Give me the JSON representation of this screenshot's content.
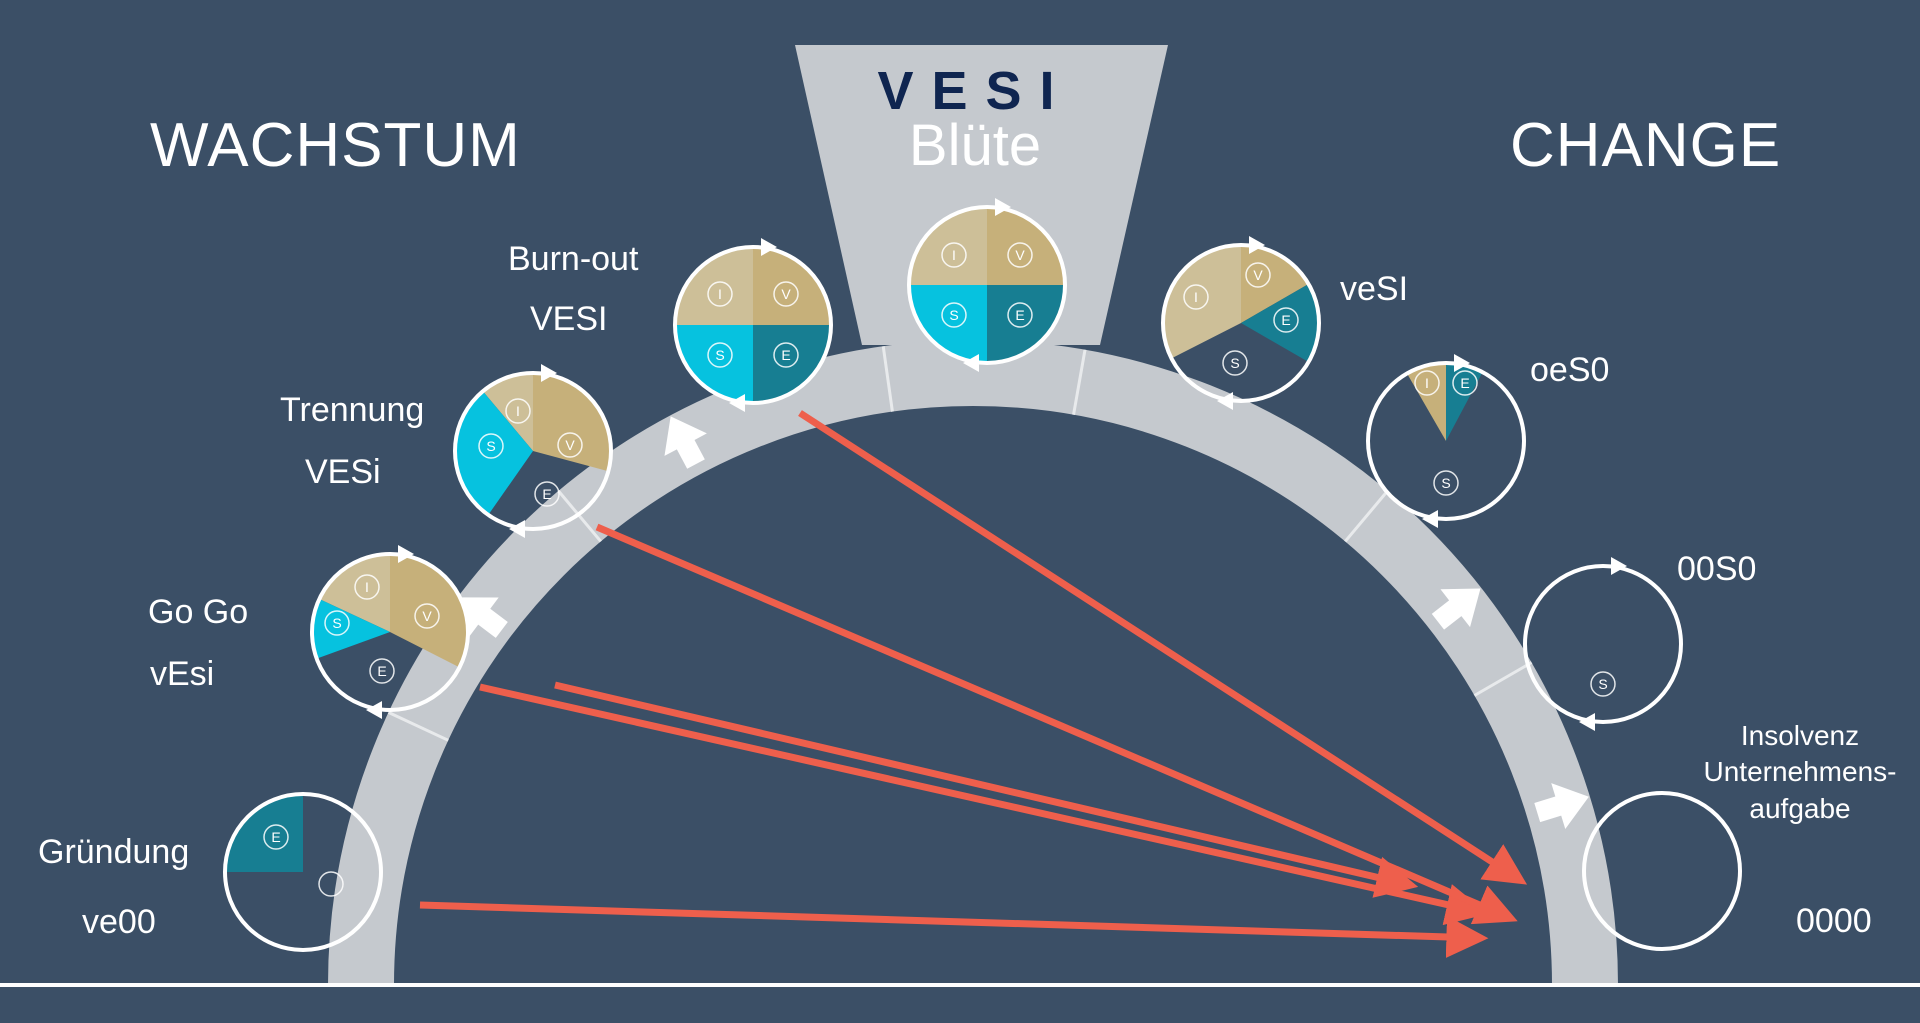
{
  "headings": {
    "left": "WACHSTUM",
    "right": "CHANGE",
    "center_top": "VESI",
    "center_bottom": "Blüte"
  },
  "colors": {
    "background": "#3b4f66",
    "arc": "#c5c9ce",
    "tan": "#c6b07a",
    "tan_light": "#cdbf98",
    "teal": "#177e92",
    "cyan": "#06c2df",
    "arrow_red": "#ee5f4c"
  },
  "stages": [
    {
      "id": "gruendung",
      "name": "Gründung",
      "code": "ve00",
      "letters": [
        "E",
        ""
      ]
    },
    {
      "id": "gogo",
      "name": "Go Go",
      "code": "vEsi",
      "letters": [
        "I",
        "V",
        "S",
        "E"
      ]
    },
    {
      "id": "trennung",
      "name": "Trennung",
      "code": "VESi",
      "letters": [
        "I",
        "V",
        "S",
        "E"
      ]
    },
    {
      "id": "burnout",
      "name": "Burn-out",
      "code": "VESI",
      "letters": [
        "I",
        "V",
        "S",
        "E"
      ]
    },
    {
      "id": "bluete",
      "name": "Blüte",
      "code": "VESI",
      "letters": [
        "I",
        "V",
        "S",
        "E"
      ]
    },
    {
      "id": "vesi2",
      "name": "",
      "code": "veSI",
      "letters": [
        "I",
        "V",
        "E",
        "S"
      ]
    },
    {
      "id": "oes0",
      "name": "",
      "code": "oeS0",
      "letters": [
        "I",
        "E",
        "S"
      ]
    },
    {
      "id": "00s0",
      "name": "",
      "code": "00S0",
      "letters": [
        "S"
      ]
    },
    {
      "id": "insolvenz",
      "name": "Insolvenz Unternehmens-aufgabe",
      "code": "0000",
      "letters": []
    }
  ],
  "insolvenz_lines": [
    "Insolvenz",
    "Unternehmens-",
    "aufgabe"
  ]
}
